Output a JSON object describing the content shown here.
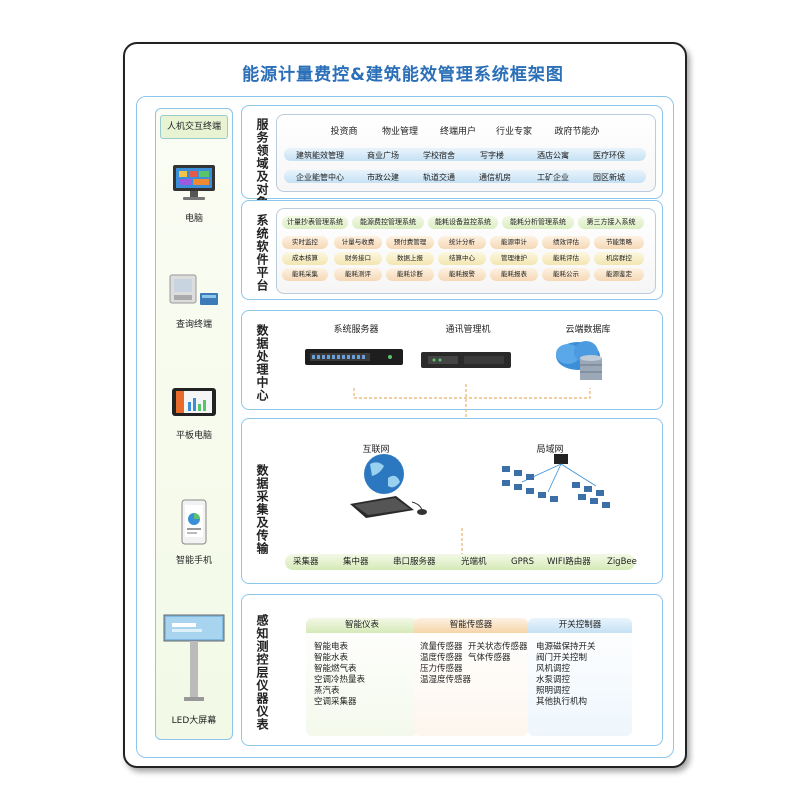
{
  "title": "能源计量费控&建筑能效管理系统框架图",
  "left_panel": {
    "header": "人机交互终端",
    "devices": [
      {
        "label": "电脑",
        "icon": "desktop-computer-icon"
      },
      {
        "label": "查询终端",
        "icon": "query-terminal-icon"
      },
      {
        "label": "平板电脑",
        "icon": "tablet-icon"
      },
      {
        "label": "智能手机",
        "icon": "smartphone-icon"
      },
      {
        "label": "LED大屏幕",
        "icon": "billboard-icon"
      }
    ]
  },
  "service": {
    "label": "服务领域及对象",
    "row1": [
      "投资商",
      "物业管理",
      "终端用户",
      "行业专家",
      "政府节能办"
    ],
    "row2": [
      "建筑能效管理",
      "商业广场",
      "学校宿舍",
      "写字楼",
      "酒店公寓",
      "医疗环保"
    ],
    "row3": [
      "企业能管中心",
      "市政公建",
      "轨道交通",
      "通信机房",
      "工矿企业",
      "园区新城"
    ]
  },
  "software": {
    "label": "系统软件平台",
    "systems": [
      "计量抄表管理系统",
      "能源费控管理系统",
      "能耗设备监控系统",
      "能耗分析管理系统",
      "第三方接入系统"
    ],
    "row1": [
      "实时监控",
      "计量与收费",
      "预付费管理",
      "统计分析",
      "能源审计",
      "绩效评估",
      "节能策略"
    ],
    "row2": [
      "成本核算",
      "财务接口",
      "数据上报",
      "结算中心",
      "管理维护",
      "能耗评估",
      "机房群控"
    ],
    "row3": [
      "能耗采集",
      "能耗测评",
      "能耗诊断",
      "能耗报警",
      "能耗报表",
      "能耗公示",
      "能源鉴定"
    ]
  },
  "processing": {
    "label": "数据处理中心",
    "items": [
      "系统服务器",
      "通讯管理机",
      "云端数据库"
    ]
  },
  "collection": {
    "label": "数据采集及传输",
    "internet": "互联网",
    "lan": "局域网",
    "bar_items": [
      "采集器",
      "集中器",
      "串口服务器",
      "光端机",
      "GPRS",
      "WIFI路由器",
      "ZigBee"
    ]
  },
  "sensing": {
    "label": "感知测控层仪器仪表",
    "columns": [
      {
        "head": "智能仪表",
        "items": [
          "智能电表",
          "智能水表",
          "智能燃气表",
          "空调冷热量表",
          "蒸汽表",
          "空调采集器"
        ]
      },
      {
        "head": "智能传感器",
        "items": [
          "流量传感器",
          "温度传感器",
          "压力传感器",
          "温湿度传感器"
        ],
        "items2": [
          "开关状态传感器",
          "气体传感器"
        ]
      },
      {
        "head": "开关控制器",
        "items": [
          "电源磁保持开关",
          "阀门开关控制",
          "风机调控",
          "水泵调控",
          "照明调控",
          "其他执行机构"
        ]
      }
    ]
  },
  "colors": {
    "accent": "#2a6fb8",
    "frame": "#8cc6ea",
    "green": "#dbeec2",
    "orange": "#f6d8b4",
    "blue": "#c5e1f4"
  }
}
